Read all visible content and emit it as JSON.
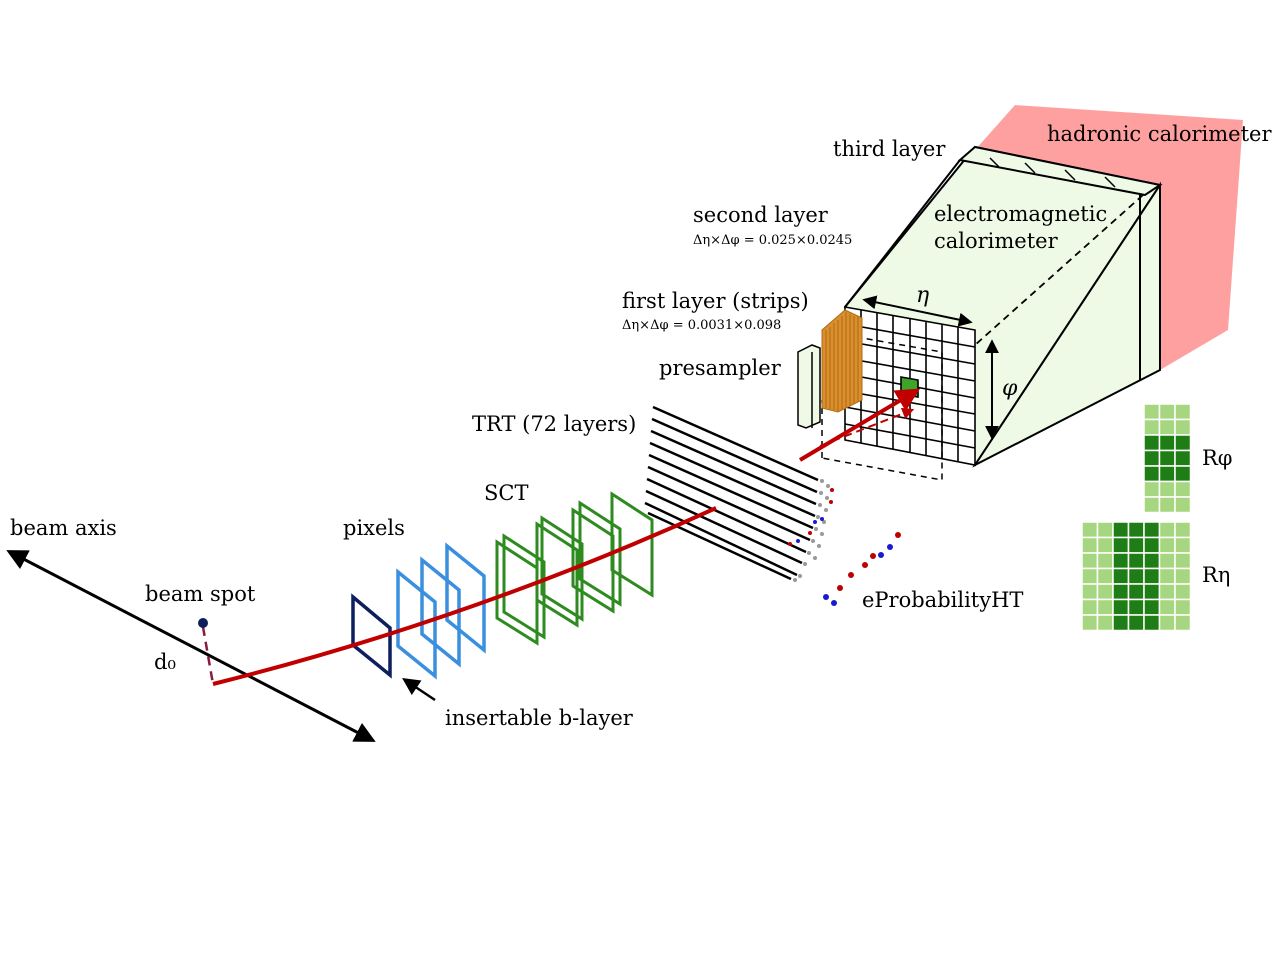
{
  "labels": {
    "hadronic_calorimeter": "hadronic calorimeter",
    "third_layer": "third layer",
    "em_calorimeter_line1": "electromagnetic",
    "em_calorimeter_line2": "calorimeter",
    "second_layer": "second layer",
    "second_layer_granularity": "Δη×Δφ = 0.025×0.0245",
    "first_layer": "first layer (strips)",
    "first_layer_granularity": "Δη×Δφ = 0.0031×0.098",
    "presampler": "presampler",
    "trt": "TRT (72 layers)",
    "sct": "SCT",
    "pixels": "pixels",
    "beam_axis": "beam axis",
    "beam_spot": "beam spot",
    "d0": "d₀",
    "insertable_b_layer": "insertable b-layer",
    "eprobability_ht": "eProbabilityHT",
    "eta_symbol": "η",
    "phi_symbol": "φ",
    "r_phi": "Rφ",
    "r_eta": "Rη"
  },
  "colors": {
    "track": "#c00000",
    "pixel_ibl": "#0d1f5c",
    "pixel": "#3b8fdf",
    "sct": "#2e8b1f",
    "strips": "#d98f2e",
    "em_fill": "#eef9e6",
    "hadronic": "#ffa0a0",
    "cell_highlight": "#3fa52a",
    "grid_dark": "#1e7d14",
    "grid_light": "#a6d67f",
    "hit_red": "#c00000",
    "hit_blue": "#1a1ad0"
  }
}
